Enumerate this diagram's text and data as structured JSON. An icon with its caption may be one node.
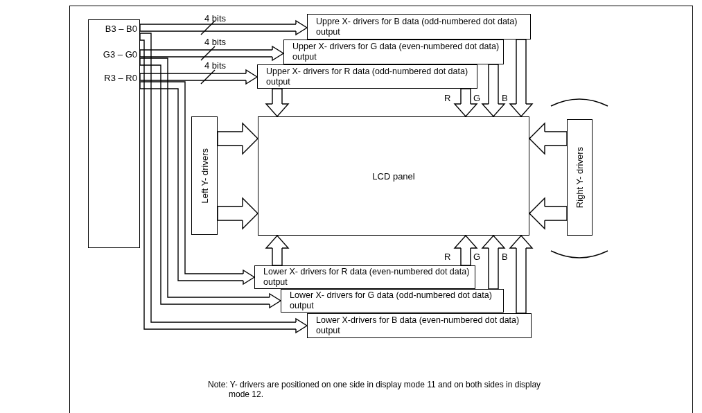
{
  "diagram": {
    "nodes": [
      {
        "text": [
          "B3 – B0",
          "G3 – G0",
          "R3 – R0"
        ]
      },
      {
        "text": [
          "Uppre X- drivers for B data (odd-numbered dot data) output"
        ]
      },
      {
        "text": [
          "Upper X- drivers for G data (even-numbered dot data) output"
        ]
      },
      {
        "text": [
          "Upper X- drivers for R data (odd-numbered dot data) output"
        ]
      },
      {
        "text": [
          "Left Y- drivers"
        ]
      },
      {
        "text": [
          "LCD panel"
        ]
      },
      {
        "text": [
          "Right Y- drivers"
        ]
      },
      {
        "text": [
          "Lower X- drivers for R data (even-numbered dot data) output"
        ]
      },
      {
        "text": [
          "Lower X- drivers for G data (odd-numbered dot data) output"
        ]
      },
      {
        "text": [
          "Lower X-drivers for B data (even-numbered dot data) output"
        ]
      }
    ],
    "edges": [
      {
        "from": 0,
        "to": 1,
        "arrow": "to",
        "label": "4 bits"
      },
      {
        "from": 0,
        "to": 2,
        "arrow": "to",
        "label": "4 bits"
      },
      {
        "from": 0,
        "to": 3,
        "arrow": "to",
        "label": "4 bits"
      },
      {
        "from": 0,
        "to": 7,
        "arrow": "to"
      },
      {
        "from": 0,
        "to": 8,
        "arrow": "to"
      },
      {
        "from": 0,
        "to": 9,
        "arrow": "to"
      },
      {
        "from": 3,
        "to": 5,
        "arrow": "to"
      },
      {
        "from": 3,
        "to": 5,
        "arrow": "to",
        "label": "R"
      },
      {
        "from": 2,
        "to": 5,
        "arrow": "to",
        "label": "G"
      },
      {
        "from": 1,
        "to": 5,
        "arrow": "to",
        "label": "B"
      },
      {
        "from": 7,
        "to": 5,
        "arrow": "to"
      },
      {
        "from": 7,
        "to": 5,
        "arrow": "to",
        "label": "R"
      },
      {
        "from": 8,
        "to": 5,
        "arrow": "to",
        "label": "G"
      },
      {
        "from": 9,
        "to": 5,
        "arrow": "to",
        "label": "B"
      },
      {
        "from": 4,
        "to": 5,
        "arrow": "to"
      },
      {
        "from": 4,
        "to": 5,
        "arrow": "to"
      },
      {
        "from": 6,
        "to": 5,
        "arrow": "to"
      },
      {
        "from": 6,
        "to": 5,
        "arrow": "to"
      }
    ],
    "labels": [
      "Note: Y- drivers are positioned on one side in display mode 11 and on both sides in display mode 12."
    ]
  }
}
